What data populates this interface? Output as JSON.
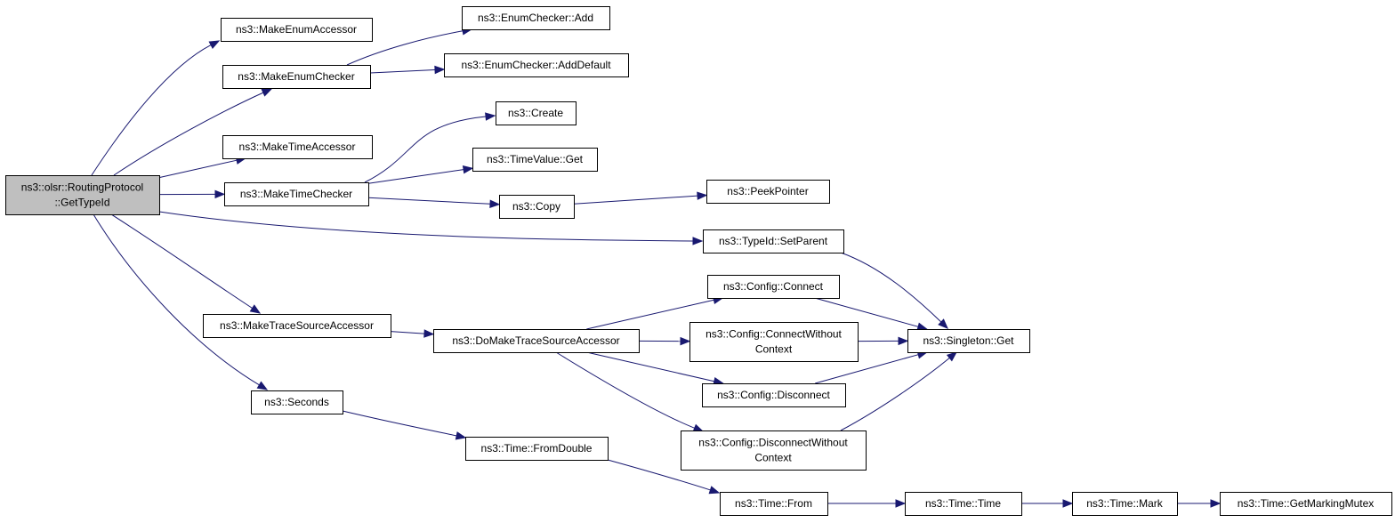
{
  "diagram": {
    "type": "call-graph",
    "edge_color": "#191970",
    "root_fill": "#bfbfbf",
    "node_fill": "#ffffff",
    "nodes": {
      "root": [
        "ns3::olsr::RoutingProtocol",
        "::GetTypeId"
      ],
      "make_enum_accessor": [
        "ns3::MakeEnumAccessor"
      ],
      "make_enum_checker": [
        "ns3::MakeEnumChecker"
      ],
      "enum_checker_add": [
        "ns3::EnumChecker::Add"
      ],
      "enum_checker_add_default": [
        "ns3::EnumChecker::AddDefault"
      ],
      "make_time_accessor": [
        "ns3::MakeTimeAccessor"
      ],
      "make_time_checker": [
        "ns3::MakeTimeChecker"
      ],
      "create": [
        "ns3::Create"
      ],
      "time_value_get": [
        "ns3::TimeValue::Get"
      ],
      "copy": [
        "ns3::Copy"
      ],
      "peek_pointer": [
        "ns3::PeekPointer"
      ],
      "typeid_set_parent": [
        "ns3::TypeId::SetParent"
      ],
      "make_trace_source_accessor": [
        "ns3::MakeTraceSourceAccessor"
      ],
      "do_make_trace_source_accessor": [
        "ns3::DoMakeTraceSourceAccessor"
      ],
      "config_connect": [
        "ns3::Config::Connect"
      ],
      "config_connect_without_context": [
        "ns3::Config::ConnectWithout",
        "Context"
      ],
      "config_disconnect": [
        "ns3::Config::Disconnect"
      ],
      "config_disconnect_without_context": [
        "ns3::Config::DisconnectWithout",
        "Context"
      ],
      "singleton_get": [
        "ns3::Singleton::Get"
      ],
      "seconds": [
        "ns3::Seconds"
      ],
      "time_from_double": [
        "ns3::Time::FromDouble"
      ],
      "time_from": [
        "ns3::Time::From"
      ],
      "time_time": [
        "ns3::Time::Time"
      ],
      "time_mark": [
        "ns3::Time::Mark"
      ],
      "time_get_marking_mutex": [
        "ns3::Time::GetMarkingMutex"
      ]
    },
    "edges": [
      [
        "root",
        "make_enum_accessor"
      ],
      [
        "root",
        "make_enum_checker"
      ],
      [
        "root",
        "make_time_accessor"
      ],
      [
        "root",
        "make_time_checker"
      ],
      [
        "root",
        "typeid_set_parent"
      ],
      [
        "root",
        "make_trace_source_accessor"
      ],
      [
        "root",
        "seconds"
      ],
      [
        "make_enum_checker",
        "enum_checker_add"
      ],
      [
        "make_enum_checker",
        "enum_checker_add_default"
      ],
      [
        "make_time_checker",
        "create"
      ],
      [
        "make_time_checker",
        "time_value_get"
      ],
      [
        "make_time_checker",
        "copy"
      ],
      [
        "copy",
        "peek_pointer"
      ],
      [
        "typeid_set_parent",
        "singleton_get"
      ],
      [
        "make_trace_source_accessor",
        "do_make_trace_source_accessor"
      ],
      [
        "do_make_trace_source_accessor",
        "config_connect"
      ],
      [
        "do_make_trace_source_accessor",
        "config_connect_without_context"
      ],
      [
        "do_make_trace_source_accessor",
        "config_disconnect"
      ],
      [
        "do_make_trace_source_accessor",
        "config_disconnect_without_context"
      ],
      [
        "config_connect",
        "singleton_get"
      ],
      [
        "config_connect_without_context",
        "singleton_get"
      ],
      [
        "config_disconnect",
        "singleton_get"
      ],
      [
        "config_disconnect_without_context",
        "singleton_get"
      ],
      [
        "seconds",
        "time_from_double"
      ],
      [
        "time_from_double",
        "time_from"
      ],
      [
        "time_from",
        "time_time"
      ],
      [
        "time_time",
        "time_mark"
      ],
      [
        "time_mark",
        "time_get_marking_mutex"
      ]
    ]
  }
}
